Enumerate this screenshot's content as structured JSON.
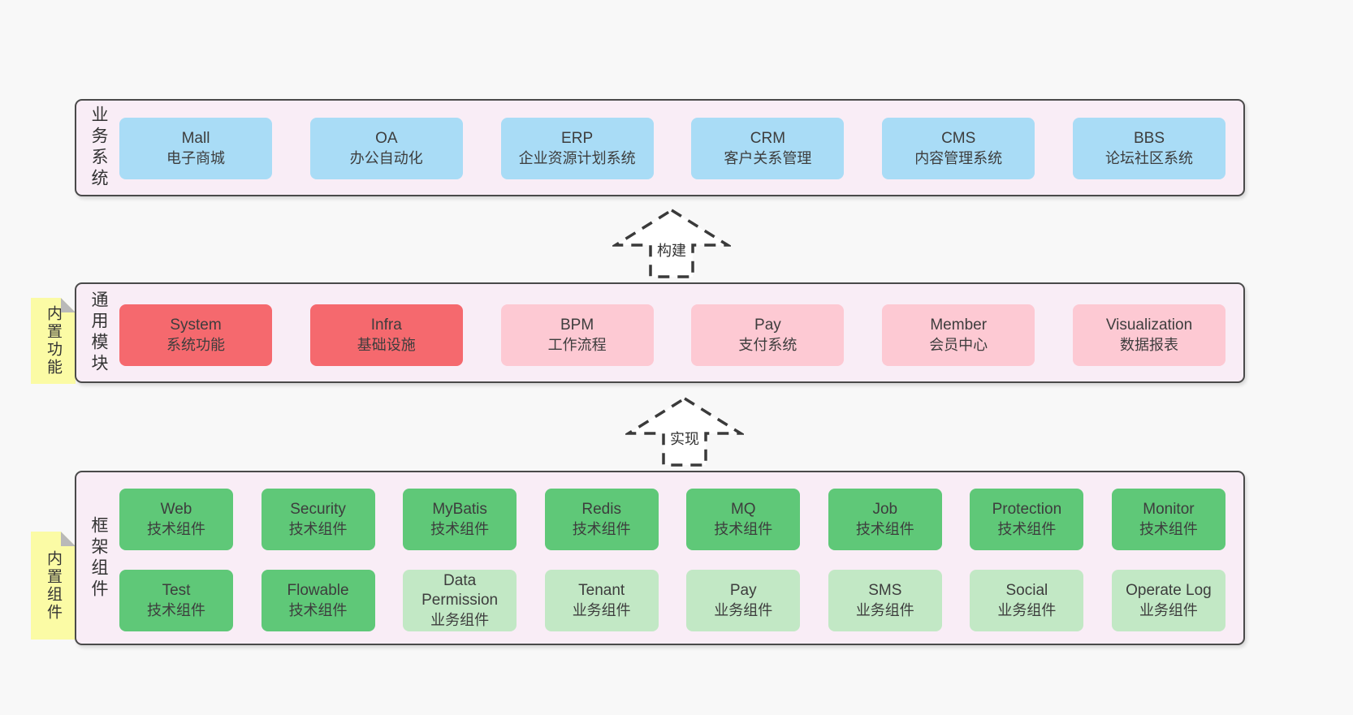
{
  "colors": {
    "page_bg": "#f8f8f8",
    "band_bg": "#f9edf6",
    "band_border": "#4a4a4a",
    "blue": "#a9dcf6",
    "red": "#f5696e",
    "pink": "#fdc9d3",
    "green": "#5fc878",
    "light_green": "#c2e8c5",
    "sticky_yellow": "#fbfba5",
    "sticky_fold_gray": "#b9b9b9",
    "text": "#3d3d3d"
  },
  "arrows": {
    "build": "构建",
    "implement": "实现"
  },
  "business": {
    "label": "业务系统",
    "items": [
      {
        "title": "Mall",
        "subtitle": "电子商城"
      },
      {
        "title": "OA",
        "subtitle": "办公自动化"
      },
      {
        "title": "ERP",
        "subtitle": "企业资源计划系统"
      },
      {
        "title": "CRM",
        "subtitle": "客户关系管理"
      },
      {
        "title": "CMS",
        "subtitle": "内容管理系统"
      },
      {
        "title": "BBS",
        "subtitle": "论坛社区系统"
      }
    ]
  },
  "modules": {
    "label": "通用模块",
    "sticky": "内置功能",
    "items": [
      {
        "title": "System",
        "subtitle": "系统功能"
      },
      {
        "title": "Infra",
        "subtitle": "基础设施"
      },
      {
        "title": "BPM",
        "subtitle": "工作流程"
      },
      {
        "title": "Pay",
        "subtitle": "支付系统"
      },
      {
        "title": "Member",
        "subtitle": "会员中心"
      },
      {
        "title": "Visualization",
        "subtitle": "数据报表"
      }
    ]
  },
  "components": {
    "label": "框架组件",
    "sticky": "内置组件",
    "row1": [
      {
        "title": "Web",
        "subtitle": "技术组件"
      },
      {
        "title": "Security",
        "subtitle": "技术组件"
      },
      {
        "title": "MyBatis",
        "subtitle": "技术组件"
      },
      {
        "title": "Redis",
        "subtitle": "技术组件"
      },
      {
        "title": "MQ",
        "subtitle": "技术组件"
      },
      {
        "title": "Job",
        "subtitle": "技术组件"
      },
      {
        "title": "Protection",
        "subtitle": "技术组件"
      },
      {
        "title": "Monitor",
        "subtitle": "技术组件"
      }
    ],
    "row2": [
      {
        "title": "Test",
        "subtitle": "技术组件"
      },
      {
        "title": "Flowable",
        "subtitle": "技术组件"
      },
      {
        "title": "Data Permission",
        "subtitle": "业务组件"
      },
      {
        "title": "Tenant",
        "subtitle": "业务组件"
      },
      {
        "title": "Pay",
        "subtitle": "业务组件"
      },
      {
        "title": "SMS",
        "subtitle": "业务组件"
      },
      {
        "title": "Social",
        "subtitle": "业务组件"
      },
      {
        "title": "Operate Log",
        "subtitle": "业务组件"
      }
    ]
  }
}
